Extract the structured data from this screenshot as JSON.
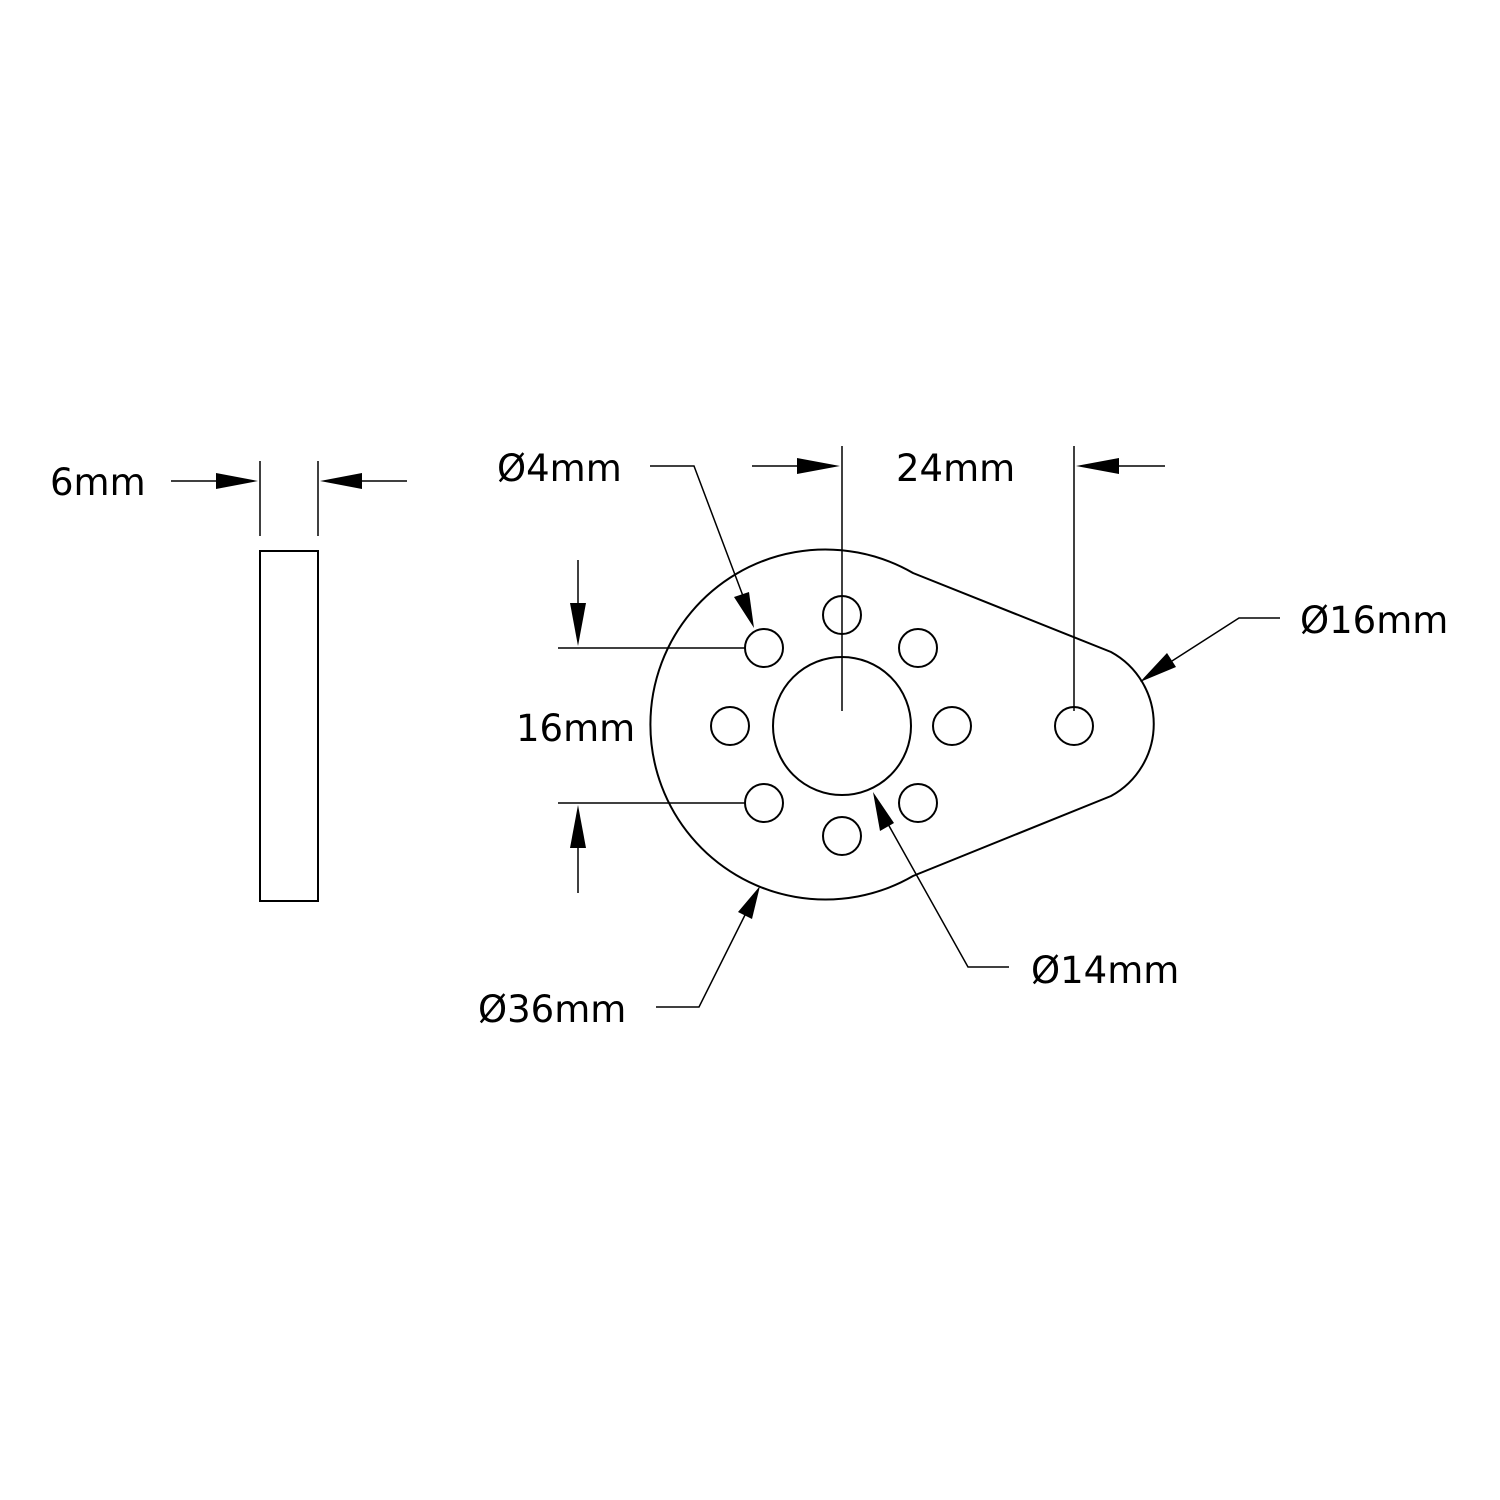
{
  "dimensions": {
    "thickness": "6mm",
    "small_hole_diameter": "Ø4mm",
    "center_to_end_hole": "24mm",
    "end_radius_diameter": "Ø16mm",
    "hole_spacing": "16mm",
    "center_bore_diameter": "Ø14mm",
    "hub_diameter": "Ø36mm"
  },
  "colors": {
    "line": "#000000",
    "background": "#ffffff"
  }
}
